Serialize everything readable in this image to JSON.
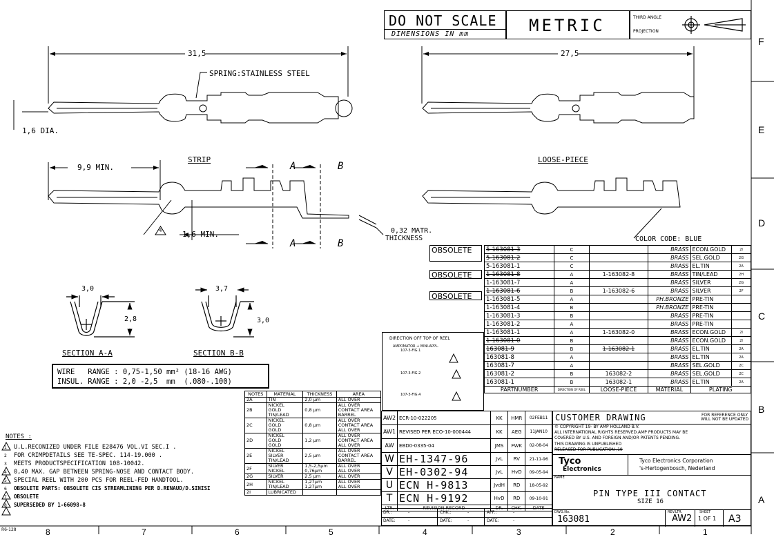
{
  "header": {
    "do_not_scale": "DO NOT SCALE",
    "dimensions_in": "DIMENSIONS IN mm",
    "metric": "METRIC",
    "third_angle": "THIRD ANGLE",
    "projection": "PROJECTION"
  },
  "zones_right": [
    "F",
    "E",
    "D",
    "C",
    "B",
    "A"
  ],
  "zones_bottom": [
    "8",
    "7",
    "6",
    "5",
    "4",
    "3",
    "2",
    "1"
  ],
  "sheet_code": "R6-128",
  "views": {
    "top_left_dim": "31,5",
    "spring_label": "SPRING:STAINLESS STEEL",
    "dia_label": "1,6 DIA.",
    "top_right_dim": "27,5",
    "strip_label": "STRIP",
    "loose_label": "LOOSE-PIECE",
    "min_99": "9,9 MIN.",
    "min_16": "1,6 MIN.",
    "matr_thickness_1": "0,32 MATR.",
    "matr_thickness_2": "THICKNESS",
    "color_code": "COLOR CODE: BLUE",
    "sec_a_letter": "A",
    "sec_b_letter": "B",
    "note4": "4"
  },
  "sections": {
    "a_width": "3,0",
    "a_height": "2,8",
    "b_width": "3,7",
    "b_height": "3,0",
    "a_label": "SECTION A-A",
    "b_label": "SECTION B-B"
  },
  "wire_range": {
    "line1": "WIRE   RANGE : 0,75-1,50 mm² (18-16 AWG)",
    "line2": "INSUL. RANGE : 2,0 -2,5  mm  (.080-.100)"
  },
  "notes": {
    "title": "NOTES :",
    "items": [
      {
        "num": "1",
        "text": "U.L.RECONIZED UNDER FILE E28476 VOL.VI SEC.I ."
      },
      {
        "num": "2",
        "text": "FOR CRIMPDETAILS SEE TE-SPEC. 114-19.000 ."
      },
      {
        "num": "3",
        "text": "MEETS PRODUCTSPECIFICATION 108-10042."
      },
      {
        "num": "4",
        "text": "0,40 MAX. GAP BETWEEN SPRING-NOSE AND CONTACT BODY."
      },
      {
        "num": "5",
        "text": "SPECIAL REEL WITH 200 PCS FOR REEL-FED HANDTOOL."
      },
      {
        "num": "6",
        "text": "OBSOLETE PARTS: OBSOLETE CIS STREAMLINING PER D.RENAUD/D.SINISI"
      },
      {
        "num": "7",
        "text": "OBSOLETE"
      },
      {
        "num": "8",
        "text": "SUPERSEDED BY 1-66098-8"
      }
    ]
  },
  "plating_table": {
    "headers": [
      "NOTES",
      "MATERIAL",
      "THICKNESS",
      "AREA"
    ],
    "rows": [
      {
        "note": "2A",
        "material": "TIN",
        "thickness": "2,0 µm",
        "area": "ALL OVER"
      },
      {
        "note": "2B",
        "material": "NICKEL\nGOLD\nTIN/LEAD",
        "thickness": "0,8 µm",
        "area": "ALL OVER\nCONTACT AREA\nBARREL"
      },
      {
        "note": "2C",
        "material": "NICKEL\nGOLD\nGOLD",
        "thickness": "0,8 µm",
        "area": "ALL OVER\nCONTACT AREA\nALL OVER"
      },
      {
        "note": "2D",
        "material": "NICKEL\nGOLD\nGOLD",
        "thickness": "1,2 µm",
        "area": "ALL OVER\nCONTACT AREA\nALL OVER"
      },
      {
        "note": "2E",
        "material": "NICKEL\nSILVER\nTIN/LEAD",
        "thickness": "2,5 µm",
        "area": "ALL OVER\nCONTACT AREA\nBARREL"
      },
      {
        "note": "2F",
        "material": "SILVER\nNICKEL",
        "thickness": "1,5-2,5µm\n0,76µm",
        "area": "ALL OVER\nALL OVER"
      },
      {
        "note": "2G",
        "material": "SILVER",
        "thickness": "2,5 µm",
        "area": "ALL OVER"
      },
      {
        "note": "2H",
        "material": "NICKEL\nTIN/LEAD",
        "thickness": "1,27µm\n1,27µm",
        "area": "ALL OVER\nALL OVER"
      },
      {
        "note": "2I",
        "material": "LUBRICATED",
        "thickness": "",
        "area": ""
      }
    ]
  },
  "parts_table": {
    "obsolete": "OBSOLETE",
    "direction_title": "DIRECTION OFF TOP OF REEL",
    "amp_label": "AMPOMATOR + MINI-APPL.",
    "fig1": "107-3-FIG.1",
    "fig2": "107-3-FIG.2",
    "fig4": "107-3-FIG.4",
    "col_partnumber": "PARTNUMBER",
    "col_direction": "DIRECTION OF REEL",
    "col_loose": "LOOSE-PIECE",
    "col_material": "MATERIAL",
    "col_plating": "PLATING",
    "rows": [
      {
        "pn": "5-163081-3",
        "dir": "C",
        "loose": "",
        "mat": "BRASS",
        "plating": "ECON.GOLD",
        "ref": "2I"
      },
      {
        "pn": "5-163081-2",
        "dir": "C",
        "loose": "",
        "mat": "BRASS",
        "plating": "SEL.GOLD",
        "ref": "2G"
      },
      {
        "pn": "5-163081-1",
        "dir": "C",
        "loose": "",
        "mat": "BRASS",
        "plating": "EL.TIN",
        "ref": "2A"
      },
      {
        "pn": "1-163081-8",
        "dir": "A",
        "loose": "1-163082-8",
        "mat": "BRASS",
        "plating": "TIN/LEAD",
        "ref": "2H"
      },
      {
        "pn": "1-163081-7",
        "dir": "A",
        "loose": "",
        "mat": "BRASS",
        "plating": "SILVER",
        "ref": "2G"
      },
      {
        "pn": "1-163081-6",
        "dir": "B",
        "loose": "1-163082-6",
        "mat": "BRASS",
        "plating": "SILVER",
        "ref": "2F"
      },
      {
        "pn": "1-163081-5",
        "dir": "A",
        "loose": "",
        "mat": "PH.BRONZE",
        "plating": "PRE-TIN",
        "ref": ""
      },
      {
        "pn": "1-163081-4",
        "dir": "B",
        "loose": "",
        "mat": "PH.BRONZE",
        "plating": "PRE-TIN",
        "ref": ""
      },
      {
        "pn": "1-163081-3",
        "dir": "B",
        "loose": "",
        "mat": "BRASS",
        "plating": "PRE-TIN",
        "ref": ""
      },
      {
        "pn": "1-163081-2",
        "dir": "A",
        "loose": "",
        "mat": "BRASS",
        "plating": "PRE-TIN",
        "ref": ""
      },
      {
        "pn": "1-163081-1",
        "dir": "A",
        "loose": "1-163082-0",
        "mat": "BRASS",
        "plating": "ECON.GOLD",
        "ref": "2I"
      },
      {
        "pn": "1-163081-0",
        "dir": "B",
        "loose": "",
        "mat": "BRASS",
        "plating": "ECON.GOLD",
        "ref": "2I"
      },
      {
        "pn": "163081-9",
        "dir": "B",
        "loose": "1-163082-1",
        "mat": "BRASS",
        "plating": "EL.TIN",
        "ref": "2A"
      },
      {
        "pn": "163081-8",
        "dir": "A",
        "loose": "",
        "mat": "BRASS",
        "plating": "EL.TIN",
        "ref": "2A"
      },
      {
        "pn": "163081-7",
        "dir": "A",
        "loose": "",
        "mat": "BRASS",
        "plating": "SEL.GOLD",
        "ref": "2C"
      },
      {
        "pn": "163081-2",
        "dir": "B",
        "loose": "163082-2",
        "mat": "BRASS",
        "plating": "SEL.GOLD",
        "ref": "2C"
      },
      {
        "pn": "163081-1",
        "dir": "B",
        "loose": "163082-1",
        "mat": "BRASS",
        "plating": "EL.TIN",
        "ref": "2A"
      }
    ]
  },
  "revisions": [
    {
      "ltr": "AW2",
      "desc": "ECR-10-022205",
      "dr": "KK",
      "chk": "HMR",
      "date": "02FEB11"
    },
    {
      "ltr": "AW1",
      "desc": "REVISED PER ECO-10-000444",
      "dr": "KK",
      "chk": "AEG",
      "date": "11JAN10"
    },
    {
      "ltr": "AW",
      "desc": "EBD0-0335-04",
      "dr": "JMS",
      "chk": "FWK",
      "date": "02-08-04"
    },
    {
      "ltr": "W",
      "desc": "EH-1347-96",
      "dr": "JvL",
      "chk": "RV",
      "date": "21-11-96"
    },
    {
      "ltr": "V",
      "desc": "EH-0302-94",
      "dr": "JvL",
      "chk": "HvD",
      "date": "09-05-94"
    },
    {
      "ltr": "U",
      "desc": "ECN H-9813",
      "dr": "JvdH",
      "chk": "RD",
      "date": "18-05-92"
    },
    {
      "ltr": "T",
      "desc": "ECN H-9192",
      "dr": "HvD",
      "chk": "RD",
      "date": "09-10-91"
    }
  ],
  "rev_headers": {
    "ltr": "LTR.",
    "record": "REVISION RECORD",
    "dr": "DR.",
    "chk": "CHK.",
    "date": "DATE"
  },
  "title_block": {
    "customer_drawing": "CUSTOMER DRAWING",
    "for_reference": "FOR REFERENCE ONLY\nWILL NOT BE UPDATED",
    "copyright_1": "© COPYRIGHT 19-        BY AMP HOLLAND B.V.",
    "copyright_2": "ALL INTERNATIONAL RIGHTS RESERVED.AMP PRODUCTS MAY BE",
    "copyright_3": "COVERED BY U.S. AND FOREIGN  AND/OR PATENTS PENDING.",
    "unpublished": "THIS DRAWING IS UNPUBLISHED",
    "released": "RELEASED FOR PUBLICATION   ,19",
    "tyco": "Tyco",
    "electronics": "Electronics",
    "company1": "Tyco Electronics Corporation",
    "company2": "'s-Hertogenbosch, Nederland",
    "name_label": "NAME",
    "name1": "PIN TYPE III CONTACT",
    "name2": "SIZE 16",
    "dr_label": "DR.:",
    "chk_label": "CHK.:",
    "app_label": "APP.:",
    "date_label": "DATE:",
    "dash": "-",
    "dwg_label": "DWG.No.",
    "dwg_no": "163081",
    "rev_label": "REV.LTR.",
    "rev": "AW2",
    "sheet_label": "SHEET",
    "sheet": "1 OF 1",
    "size": "A3"
  }
}
